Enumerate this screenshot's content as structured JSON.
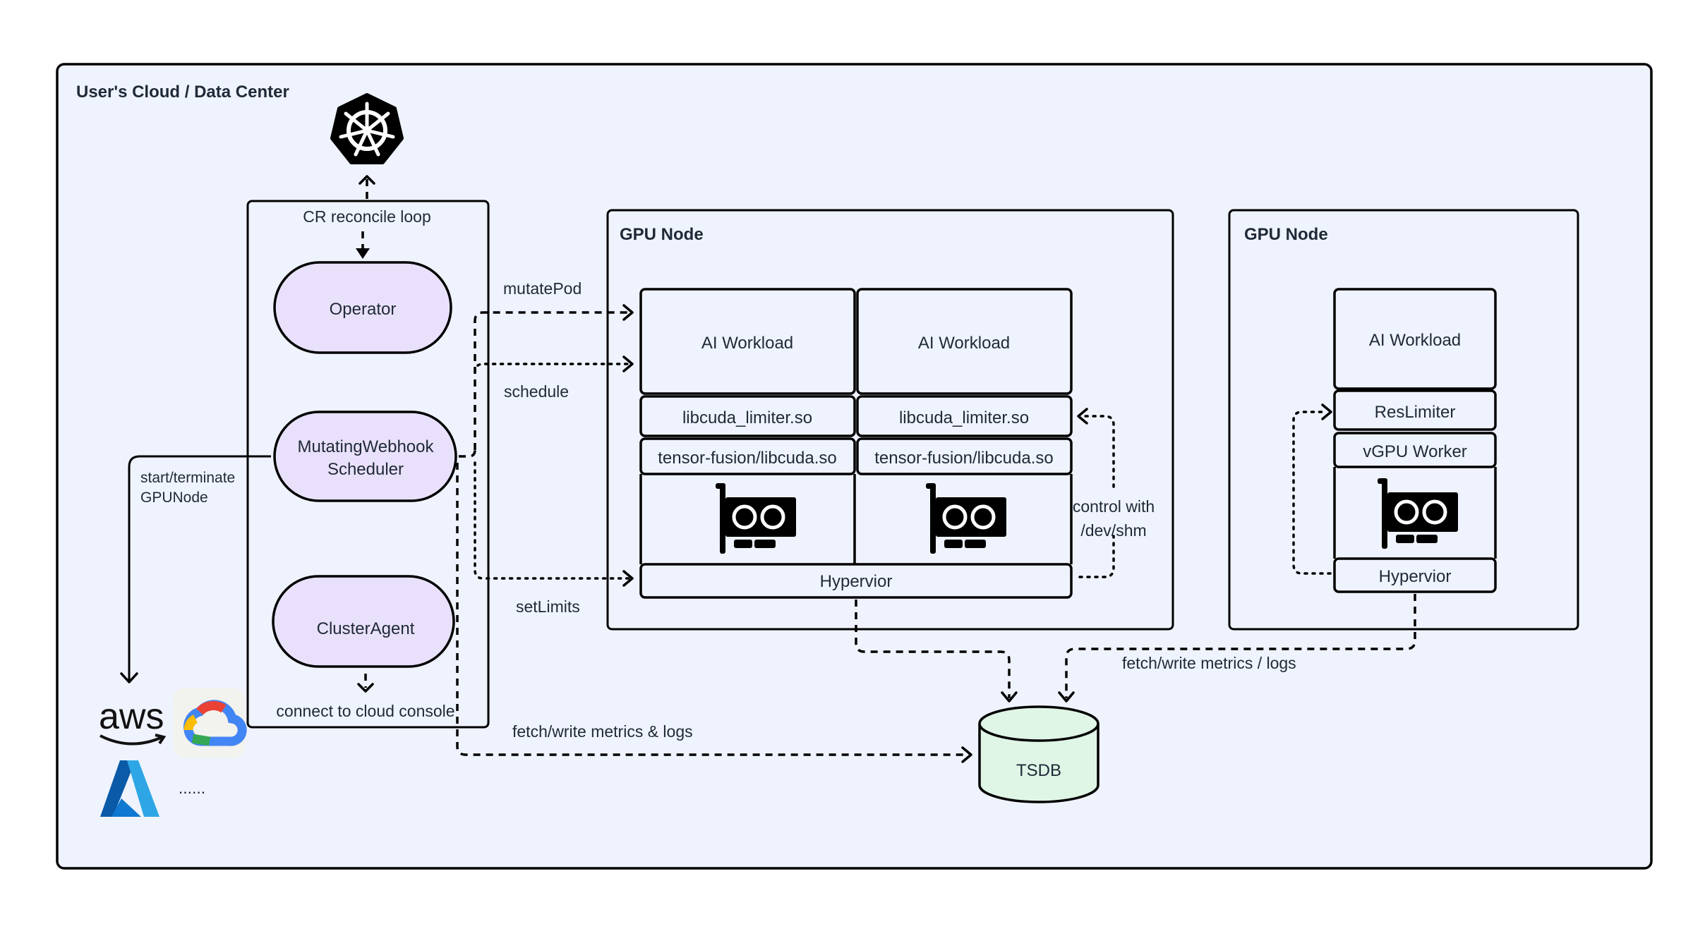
{
  "diagram": {
    "frame_title": "User's Cloud / Data Center",
    "kubernetes": {
      "icon": "kubernetes-helm-icon"
    },
    "control_plane": {
      "loop_label": "CR reconcile loop",
      "operator": "Operator",
      "webhook_line1": "MutatingWebhook",
      "webhook_line2": "Scheduler",
      "cluster_agent": "ClusterAgent",
      "console_label": "connect to cloud console"
    },
    "edges": {
      "mutate_pod": "mutatePod",
      "schedule": "schedule",
      "set_limits": "setLimits",
      "start_terminate_line1": "start/terminate",
      "start_terminate_line2": "GPUNode",
      "control_shm_line1": "control with",
      "control_shm_line2": "/dev/shm",
      "metrics_logs_amp": "fetch/write metrics & logs",
      "metrics_logs_slash": "fetch/write metrics / logs"
    },
    "gpu_node_left": {
      "title": "GPU Node",
      "columns": [
        {
          "workload": "AI Workload",
          "limiter": "libcuda_limiter.so",
          "lib": "tensor-fusion/libcuda.so",
          "gpu_icon": "gpu-card-icon"
        },
        {
          "workload": "AI Workload",
          "limiter": "libcuda_limiter.so",
          "lib": "tensor-fusion/libcuda.so",
          "gpu_icon": "gpu-card-icon"
        }
      ],
      "hypervisor": "Hypervior"
    },
    "gpu_node_right": {
      "title": "GPU Node",
      "workload": "AI Workload",
      "limiter": "ResLimiter",
      "worker": "vGPU Worker",
      "gpu_icon": "gpu-card-icon",
      "hypervisor": "Hypervior"
    },
    "tsdb": {
      "label": "TSDB"
    },
    "cloud_providers": {
      "items": [
        "aws",
        "google-cloud",
        "azure"
      ],
      "more": "......"
    },
    "colors": {
      "frame_fill": "#eff3fd",
      "pill_fill": "#e9e1fb",
      "tsdb_fill": "#dff5e6",
      "stroke": "#000000",
      "text": "#1f2937"
    }
  }
}
